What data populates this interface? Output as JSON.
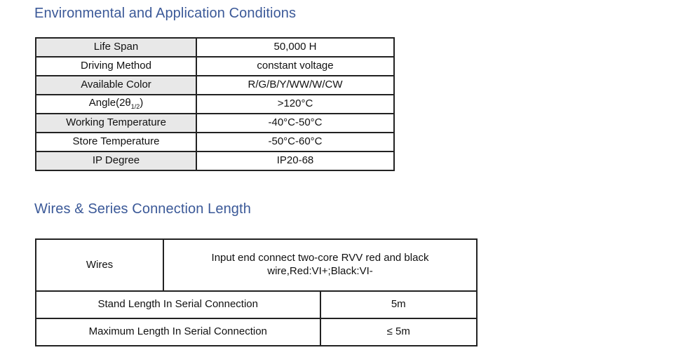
{
  "sections": {
    "environmental": {
      "heading": "Environmental and Application Conditions",
      "rows": [
        {
          "label": "Life Span",
          "value": "50,000 H",
          "shaded": true
        },
        {
          "label": "Driving Method",
          "value": "constant voltage",
          "shaded": false
        },
        {
          "label": "Available Color",
          "value": "R/G/B/Y/WW/W/CW",
          "shaded": true
        },
        {
          "label": "Angle(2θ",
          "label_sub": "1/2",
          "label_tail": ")",
          "value": ">120°C",
          "shaded": false
        },
        {
          "label": "Working Temperature",
          "value": "-40°C-50°C",
          "shaded": true
        },
        {
          "label": "Store Temperature",
          "value": "-50°C-60°C",
          "shaded": false
        },
        {
          "label": "IP Degree",
          "value": "IP20-68",
          "shaded": true
        }
      ]
    },
    "wires": {
      "heading": "Wires & Series Connection Length",
      "wires_label": "Wires",
      "wires_description_line1": "Input end connect two-core RVV red and black",
      "wires_description_line2": "wire,Red:VI+;Black:VI-",
      "rows": [
        {
          "label": "Stand Length In Serial Connection",
          "value": "5m"
        },
        {
          "label": "Maximum Length In Serial Connection",
          "value": "≤ 5m"
        }
      ]
    }
  },
  "colors": {
    "heading_blue": "#3b5998",
    "row_shade_gray": "#e8e8e8",
    "border_black": "#222222",
    "page_background": "#ffffff"
  }
}
